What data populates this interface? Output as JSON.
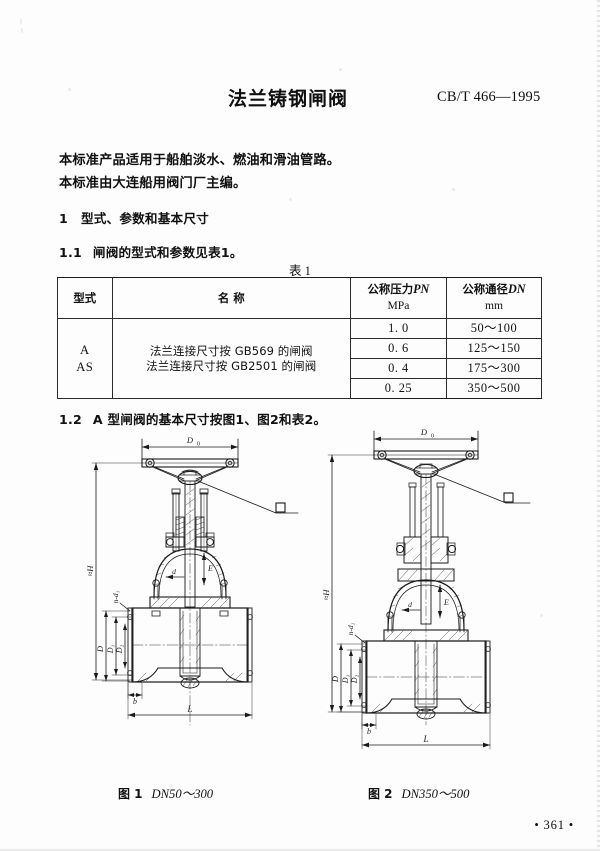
{
  "document": {
    "title": "法兰铸钢闸阀",
    "standard_number": "CB/T 466—1995",
    "page_number": "• 361 •"
  },
  "intro": {
    "line1": "本标准产品适用于船舶淡水、燃油和滑油管路。",
    "line2": "本标准由大连船用阀门厂主编。"
  },
  "sections": {
    "s1_num": "1",
    "s1_title": "型式、参数和基本尺寸",
    "s11_num": "1.1",
    "s11_text": "闸阀的型式和参数见表1。",
    "s12_num": "1.2",
    "s12_text": "A 型闸阀的基本尺寸按图1、图2和表2。"
  },
  "table1": {
    "caption": "表 1",
    "headers": {
      "type": "型式",
      "name": "名      称",
      "pn_label": "公称压力",
      "pn_symbol": "PN",
      "pn_unit": "MPa",
      "dn_label": "公称通径",
      "dn_symbol": "DN",
      "dn_unit": "mm"
    },
    "types": [
      "A",
      "AS"
    ],
    "names": [
      "法兰连接尺寸按 GB569 的闸阀",
      "法兰连接尺寸按 GB2501 的闸阀"
    ],
    "rows": [
      {
        "pn": "1. 0",
        "dn": "50～100"
      },
      {
        "pn": "0. 6",
        "dn": "125～150"
      },
      {
        "pn": "0. 4",
        "dn": "175～300"
      },
      {
        "pn": "0. 25",
        "dn": "350～500"
      }
    ]
  },
  "figures": [
    {
      "label": "图 1",
      "range": "DN50～300",
      "dimension_labels": [
        "D₀",
        "≈H",
        "E",
        "d",
        "n-d₁",
        "D",
        "D₁",
        "D₂",
        "b",
        "L"
      ]
    },
    {
      "label": "图 2",
      "range": "DN350～500",
      "dimension_labels": [
        "D₀",
        "≈H",
        "E",
        "d",
        "n-d₁",
        "D",
        "D₁",
        "D₂",
        "b",
        "L"
      ]
    }
  ],
  "colors": {
    "ink": "#161616",
    "paper": "#fdfdfd",
    "rule": "#2a2a2a"
  }
}
